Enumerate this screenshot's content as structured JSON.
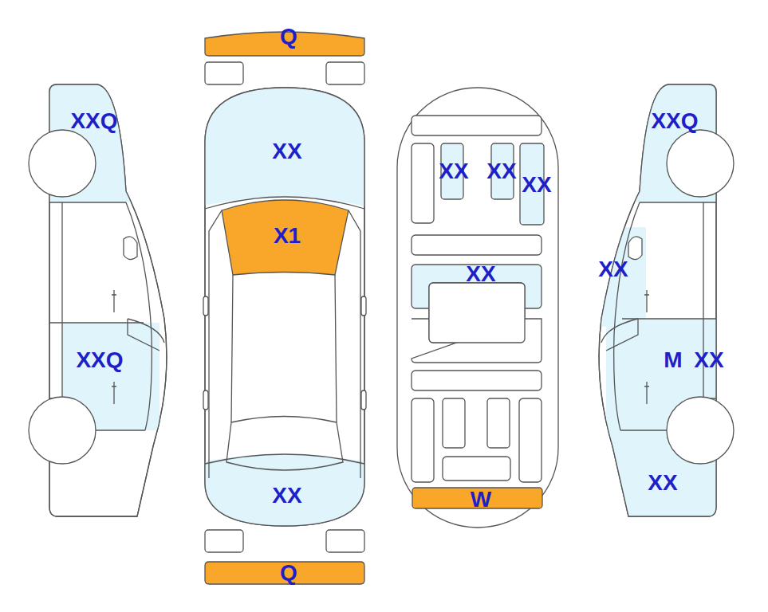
{
  "diagram": {
    "labels": [
      "Q",
      "XXQ",
      "XXQ",
      "XX",
      "XX",
      "XX",
      "XX",
      "X1",
      "XX",
      "XX",
      "XXQ",
      "M",
      "XX",
      "XX",
      "XX",
      "W",
      "Q"
    ]
  }
}
